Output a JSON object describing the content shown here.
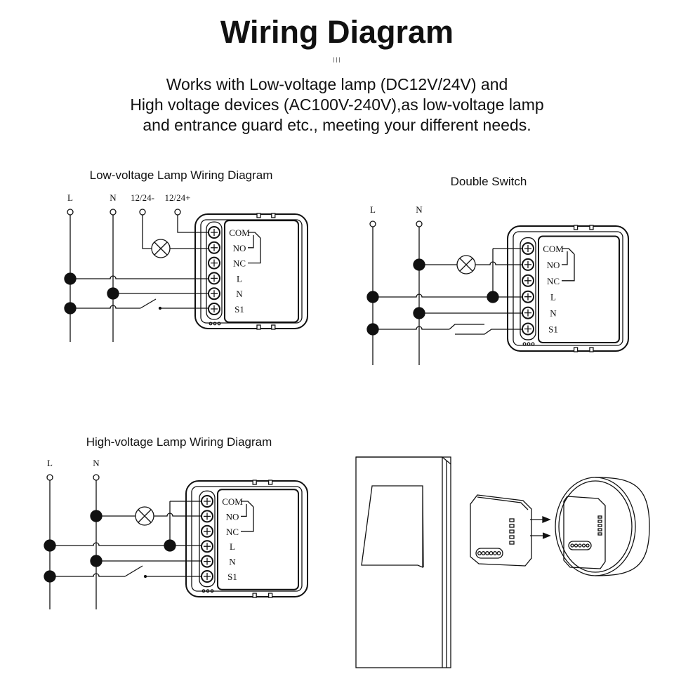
{
  "title": "Wiring Diagram",
  "mark": "III",
  "subtitle": [
    "Works with Low-voltage lamp (DC12V/24V) and",
    "High voltage devices (AC100V-240V),as low-voltage lamp",
    "and entrance guard etc., meeting your different needs."
  ],
  "diagrams": {
    "low_voltage": {
      "title": "Low-voltage Lamp Wiring Diagram",
      "lines": [
        "L",
        "N",
        "12/24-",
        "12/24+"
      ]
    },
    "double_switch": {
      "title": "Double Switch",
      "lines": [
        "L",
        "N"
      ]
    },
    "high_voltage": {
      "title": "High-voltage Lamp Wiring Diagram",
      "lines": [
        "L",
        "N"
      ]
    }
  },
  "terminals": [
    "COM",
    "NO",
    "NC",
    "L",
    "N",
    "S1"
  ]
}
